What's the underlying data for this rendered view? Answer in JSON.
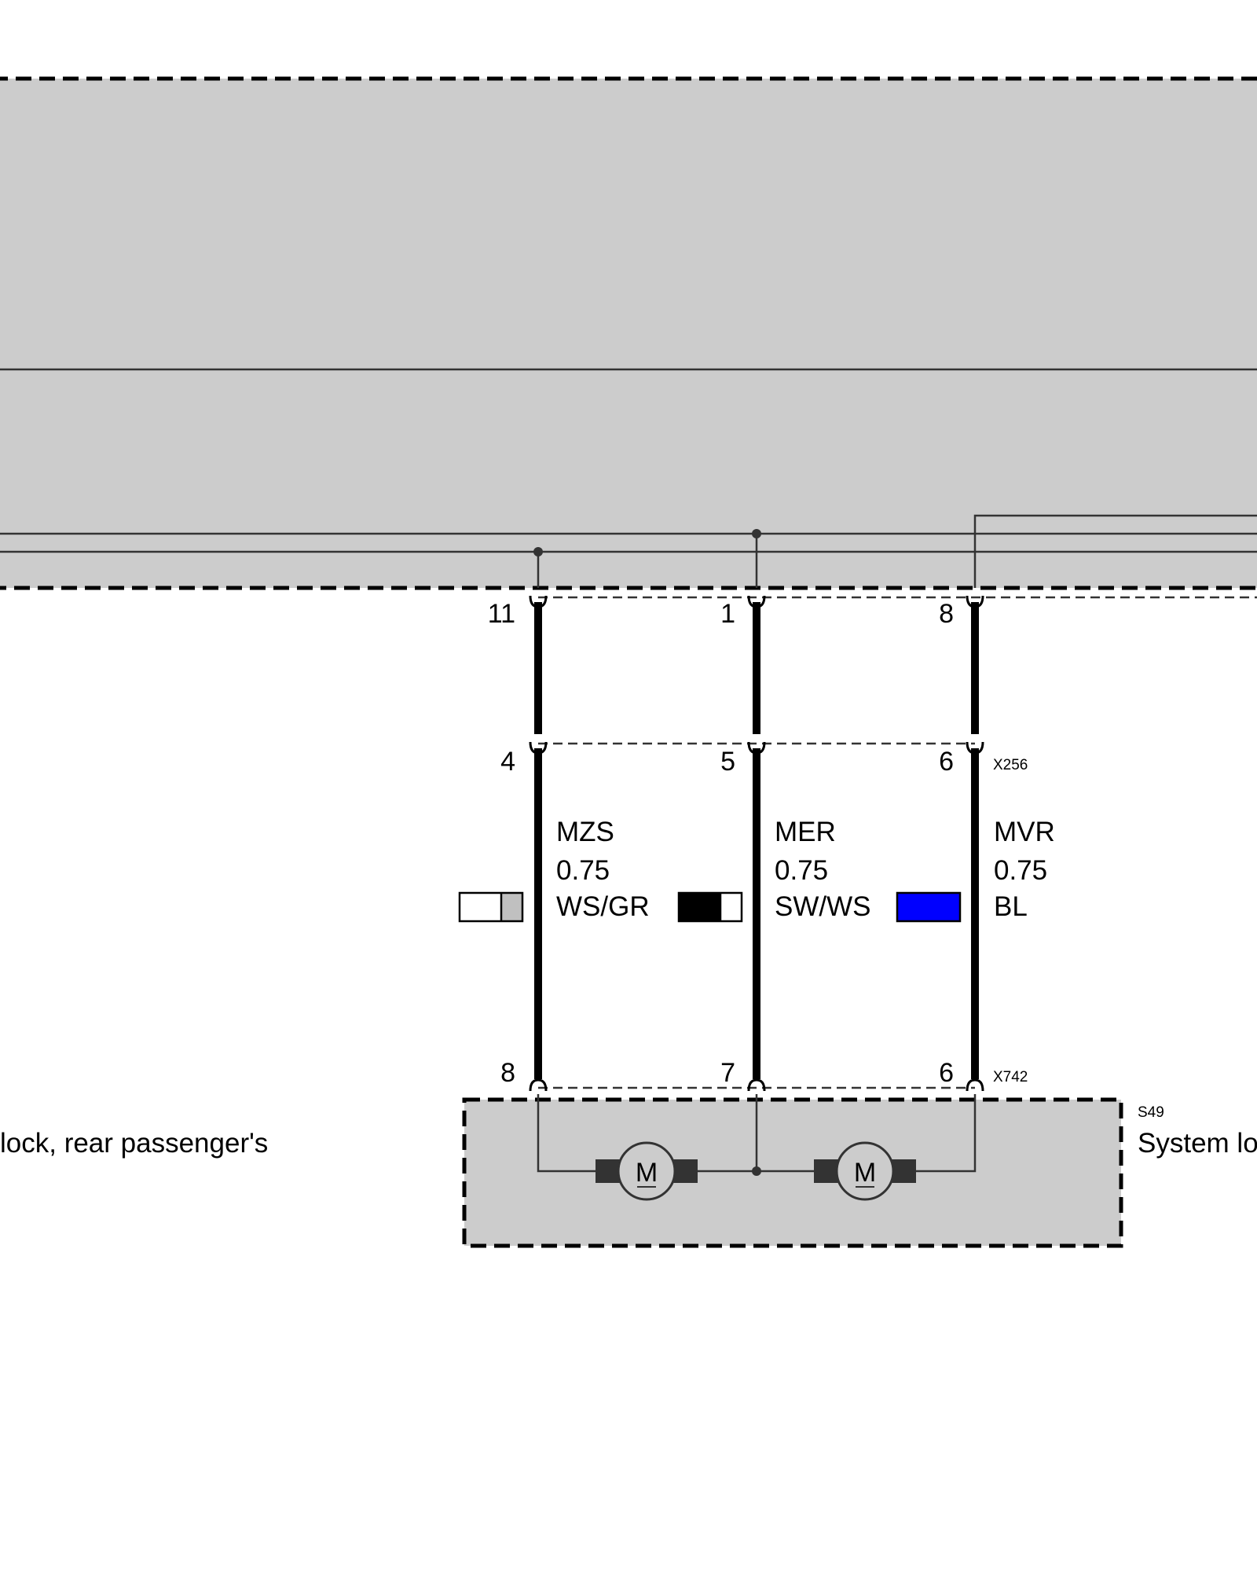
{
  "connectors": {
    "ecu": {
      "pins": [
        "11",
        "1",
        "8"
      ]
    },
    "x256": {
      "name": "X256",
      "pins": [
        "4",
        "5",
        "6"
      ]
    },
    "x742": {
      "name": "X742",
      "pins": [
        "8",
        "7",
        "6"
      ]
    }
  },
  "wires": [
    {
      "signal": "MZS",
      "gauge": "0.75",
      "color_code": "WS/GR",
      "swatch": [
        "#ffffff",
        "#c0c0c0"
      ]
    },
    {
      "signal": "MER",
      "gauge": "0.75",
      "color_code": "SW/WS",
      "swatch": [
        "#000000",
        "#ffffff"
      ]
    },
    {
      "signal": "MVR",
      "gauge": "0.75",
      "color_code": "BL",
      "swatch": [
        "#0000ff",
        "#0000ff"
      ]
    }
  ],
  "component": {
    "id": "S49",
    "label_right": "System lo",
    "label_left": "lock, rear passenger's",
    "motor_symbol": "M"
  },
  "colors": {
    "module_fill": "#cccccc",
    "line": "#333333"
  }
}
